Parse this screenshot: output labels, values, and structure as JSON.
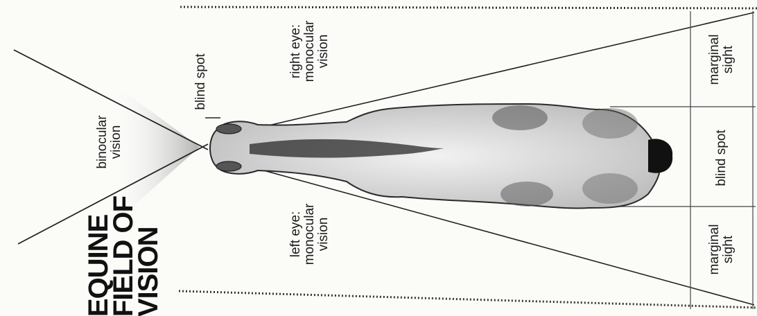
{
  "title": [
    "EQUINE",
    "FIELD OF",
    "VISION"
  ],
  "labels": {
    "binocular": [
      "binocular",
      "vision"
    ],
    "blind_spot_front": "blind spot",
    "right_eye": [
      "right eye:",
      "monocular",
      "vision"
    ],
    "left_eye": [
      "left eye:",
      "monocular",
      "vision"
    ],
    "marginal_top": [
      "marginal",
      "sight"
    ],
    "blind_spot_rear": "blind spot",
    "marginal_bottom": [
      "marginal",
      "sight"
    ]
  }
}
